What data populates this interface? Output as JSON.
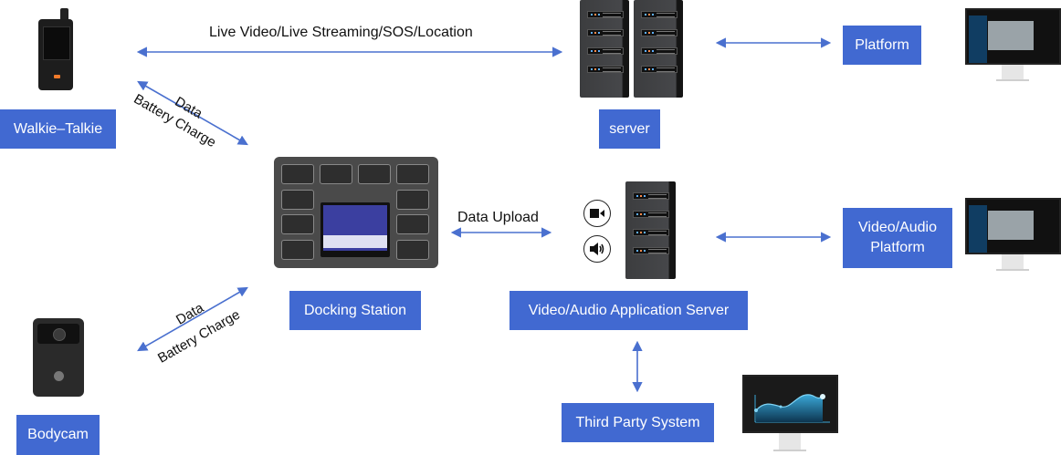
{
  "diagram": {
    "nodes": {
      "walkie_talkie": "Walkie–Talkie",
      "bodycam": "Bodycam",
      "docking_station": "Docking Station",
      "server": "server",
      "platform": "Platform",
      "va_app_server": "Video/Audio Application Server",
      "va_platform": "Video/Audio Platform",
      "third_party": "Third Party System"
    },
    "edges": {
      "walkie_to_server": "Live Video/Live Streaming/SOS/Location",
      "walkie_dock_top": "Data",
      "walkie_dock_bottom": "Battery Charge",
      "bodycam_dock_top": "Data",
      "bodycam_dock_bottom": "Battery Charge",
      "dock_to_va_server": "Data Upload"
    },
    "icons": {
      "walkie": "walkie-talkie-device",
      "bodycam": "bodycam-device",
      "dock": "docking-station-device",
      "server_rack": "server-rack",
      "monitor": "monitor-screen",
      "video": "video-camera-icon",
      "audio": "speaker-icon",
      "chart": "area-chart-icon"
    },
    "colors": {
      "box": "#4169d1",
      "arrow": "#4a70cf",
      "text": "#111111"
    }
  }
}
